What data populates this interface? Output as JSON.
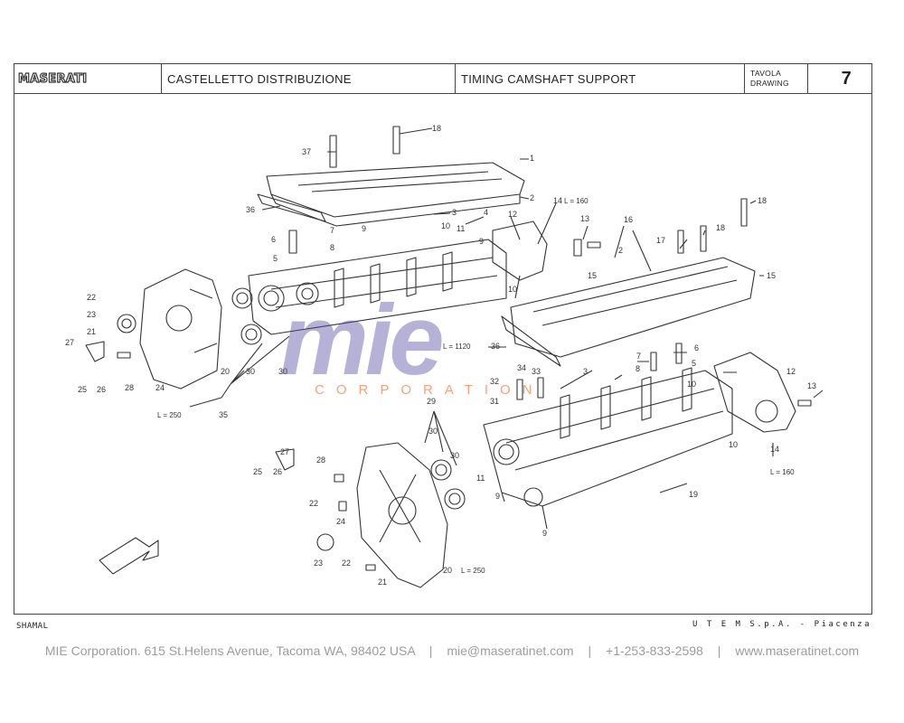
{
  "header": {
    "brand_logo": "MASERATI",
    "title_it": "CASTELLETTO DISTRIBUZIONE",
    "title_en": "TIMING CAMSHAFT SUPPORT",
    "tavola_label": "TAVOLA",
    "drawing_label": "DRAWING",
    "plate_number": "7"
  },
  "callouts": {
    "n1": "1",
    "n2": "2",
    "n3": "3",
    "n4": "4",
    "n5": "5",
    "n6": "6",
    "n7": "7",
    "n8": "8",
    "n9": "9",
    "n10": "10",
    "n11": "11",
    "n12": "12",
    "n13": "13",
    "n14": "14",
    "n15": "15",
    "n16": "16",
    "n17": "17",
    "n18": "18",
    "n19": "19",
    "n20": "20",
    "n21": "21",
    "n22": "22",
    "n23": "23",
    "n24": "24",
    "n25": "25",
    "n26": "26",
    "n27": "27",
    "n28": "28",
    "n29": "29",
    "n30": "30",
    "n31": "31",
    "n32": "32",
    "n33": "33",
    "n34": "34",
    "n35": "35",
    "n36": "36",
    "n37": "37",
    "l160": "L = 160",
    "l1120": "L = 1120",
    "l250": "L = 250"
  },
  "watermark": {
    "text": "mie",
    "sub": "CORPORATION"
  },
  "model_name": "SHAMAL",
  "manufacturer": "U T E M  S.p.A. - Piacenza",
  "footer": {
    "address": "MIE Corporation. 615 St.Helens Avenue, Tacoma WA, 98402 USA",
    "email": "mie@maseratinet.com",
    "phone": "+1-253-833-2598",
    "website": "www.maseratinet.com",
    "separator": "|"
  }
}
